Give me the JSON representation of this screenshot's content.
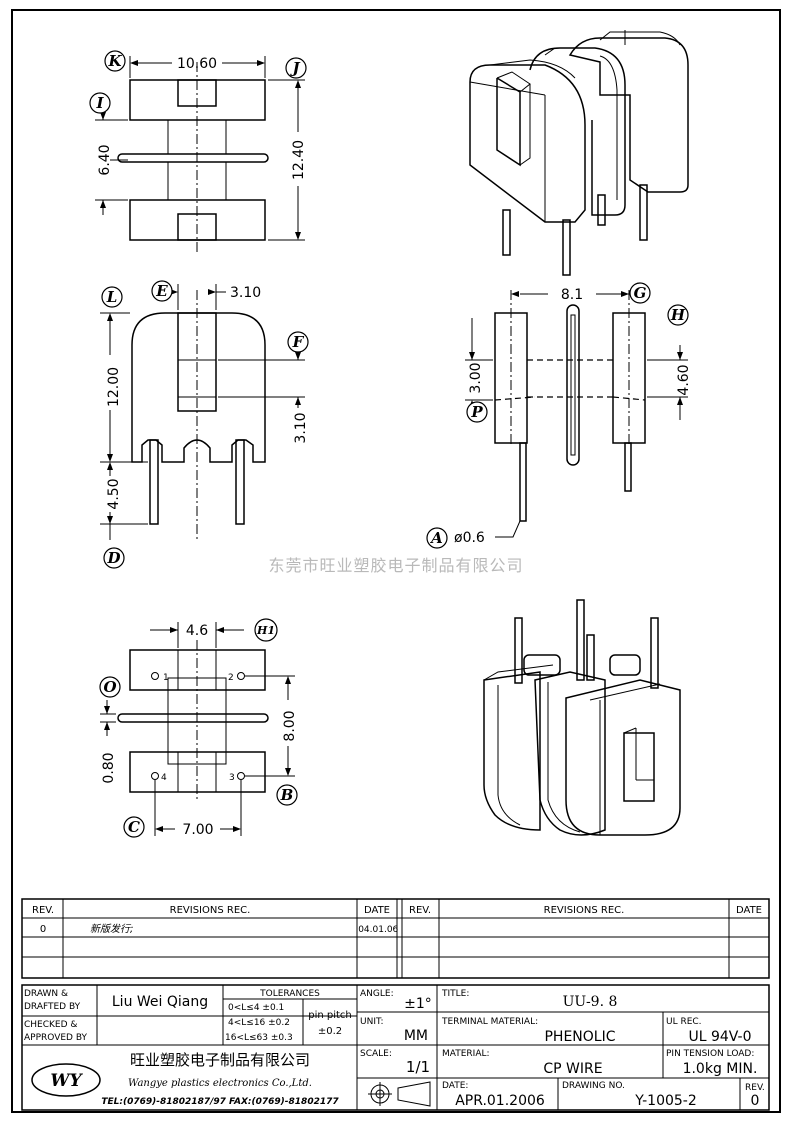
{
  "views": {
    "top": {
      "width_dim": "10.60",
      "height_dim": "12.40",
      "gap_dim": "6.40",
      "labels": [
        "K",
        "J",
        "I"
      ]
    },
    "front": {
      "slot_dim": "3.10",
      "height_dim": "12.00",
      "slot_height_dim": "3.10",
      "pin_dim": "4.50",
      "labels": [
        "E",
        "L",
        "F",
        "D"
      ]
    },
    "side": {
      "width_dim": "8.1",
      "dim_300": "3.00",
      "dim_460": "4.60",
      "pin_dia": "ø0.6",
      "labels": [
        "G",
        "H",
        "P",
        "A"
      ]
    },
    "bottom": {
      "pin_spacing": "4.6",
      "row_spacing": "8.00",
      "gap": "0.80",
      "pin_pitch": "7.00",
      "pin_numbers": [
        "1",
        "2",
        "3",
        "4"
      ],
      "labels": [
        "H1",
        "O",
        "B",
        "C"
      ]
    },
    "watermark": "东莞市旺业塑胶电子制品有限公司"
  },
  "title_block": {
    "revisions": {
      "headers": [
        "REV.",
        "REVISIONS  REC.",
        "DATE",
        "REV.",
        "REVISIONS  REC.",
        "DATE"
      ],
      "row0": {
        "rev": "0",
        "text": "新版发行;",
        "date": "'04.01.06"
      }
    },
    "drawn_by_label": "DRAWN &\nDRAFTED BY",
    "drawn_by_line1": "DRAWN &",
    "drawn_by_line2": "DRAFTED BY",
    "drawn_by": "Liu Wei Qiang",
    "checked_line1": "CHECKED &",
    "checked_line2": "APPROVED BY",
    "tolerances_title": "TOLERANCES",
    "tol1": "0<L≤4   ±0.1",
    "tol2": "4<L≤16  ±0.2",
    "tol3": "16<L≤63  ±0.3",
    "pin_pitch_label": "pin pitch",
    "pin_pitch_tol": "±0.2",
    "angle_label": "ANGLE:",
    "angle_value": "±1°",
    "unit_label": "UNIT:",
    "unit_value": "MM",
    "scale_label": "SCALE:",
    "scale_value": "1/1",
    "title_label": "TITLE:",
    "title_value": "UU-9. 8",
    "terminal_label": "TERMINAL MATERIAL:",
    "terminal_value": "PHENOLIC",
    "ul_label": "UL REC.",
    "ul_value": "UL 94V-0",
    "material_label": "MATERIAL:",
    "material_value": "CP  WIRE",
    "pin_tension_label": "PIN TENSION LOAD:",
    "pin_tension_value": "1.0kg  MIN.",
    "date_label": "DATE:",
    "date_value": "APR.01.2006",
    "drawing_no_label": "DRAWING NO.",
    "drawing_no_value": "Y-1005-2",
    "rev_label": "REV.",
    "rev_value": "0",
    "company_cn": "旺业塑胶电子制品有限公司",
    "company_en": "Wangye plastics electronics Co.,Ltd.",
    "company_tel": "TEL:(0769)-81802187/97  FAX:(0769)-81802177",
    "logo": "WY"
  }
}
